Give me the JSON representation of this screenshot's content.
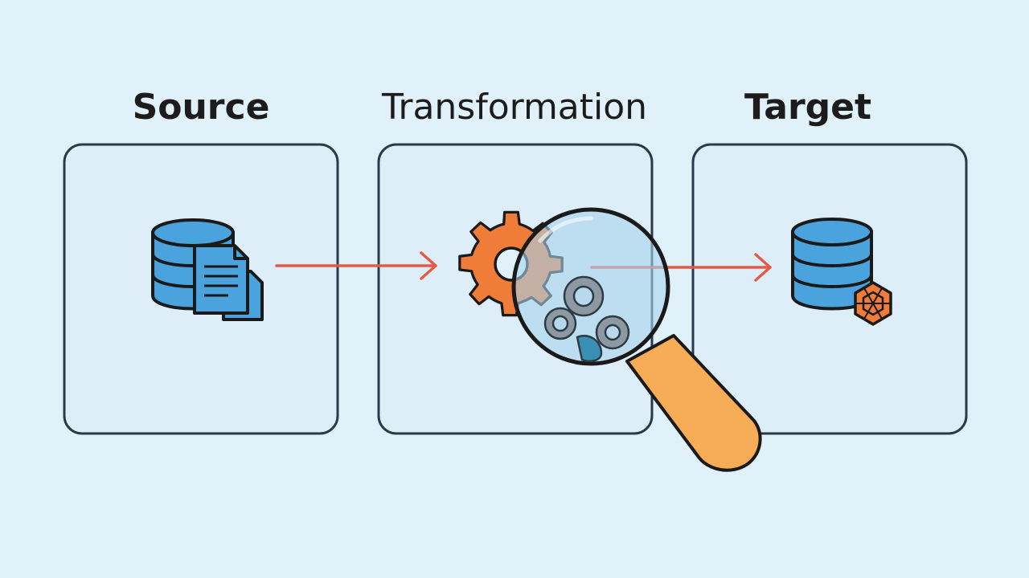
{
  "labels": {
    "source": "Source",
    "transformation": "Transformation",
    "target": "Target"
  },
  "icons": {
    "source": [
      "database-icon",
      "documents-icon"
    ],
    "transformation": [
      "gear-icon",
      "magnifying-glass-icon",
      "gears-icon"
    ],
    "target": [
      "database-icon",
      "hexagon-badge-icon"
    ]
  },
  "colors": {
    "background": "#e1f1f9",
    "panel_border": "#2b3a4a",
    "database_blue": "#4aa3dc",
    "arrow_red": "#e55a46",
    "gear_orange": "#f07c3a",
    "handle_orange": "#f7ad57",
    "outline": "#1a1a1a"
  }
}
